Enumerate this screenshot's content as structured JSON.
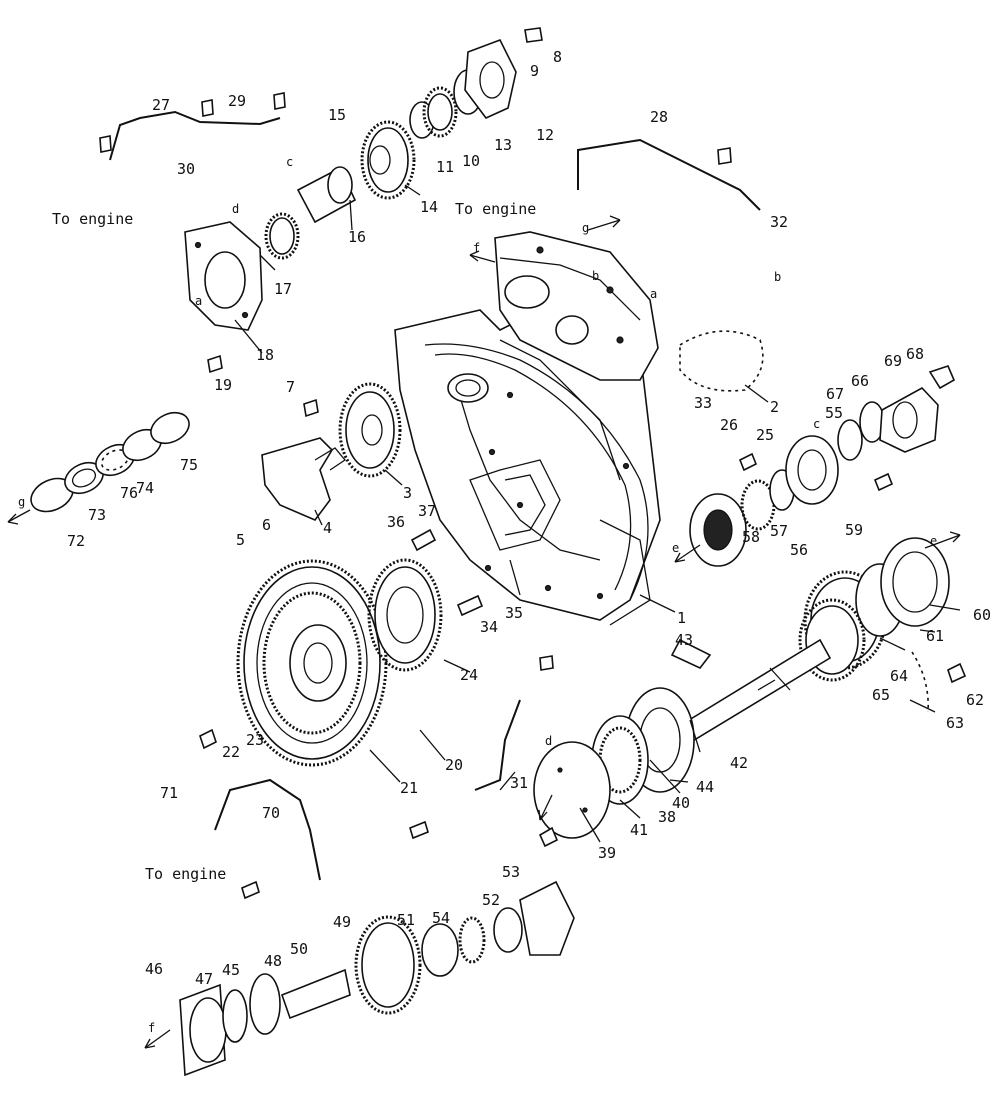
{
  "diagram": {
    "text_labels": {
      "to_engine_1": "To engine",
      "to_engine_2": "To engine",
      "to_engine_3": "To engine"
    },
    "callouts": [
      "1",
      "2",
      "3",
      "4",
      "5",
      "6",
      "7",
      "8",
      "9",
      "10",
      "11",
      "12",
      "13",
      "14",
      "15",
      "16",
      "17",
      "18",
      "19",
      "20",
      "21",
      "22",
      "23",
      "24",
      "25",
      "26",
      "27",
      "28",
      "29",
      "30",
      "31",
      "32",
      "33",
      "34",
      "35",
      "36",
      "37",
      "38",
      "39",
      "40",
      "41",
      "42",
      "43",
      "44",
      "45",
      "46",
      "47",
      "48",
      "49",
      "50",
      "51",
      "52",
      "53",
      "54",
      "55",
      "56",
      "57",
      "58",
      "59",
      "60",
      "61",
      "62",
      "63",
      "64",
      "65",
      "66",
      "67",
      "68",
      "69",
      "70",
      "71",
      "72",
      "73",
      "74",
      "75",
      "76"
    ],
    "letter_marks": [
      "a",
      "b",
      "c",
      "d",
      "e",
      "f",
      "g"
    ]
  }
}
